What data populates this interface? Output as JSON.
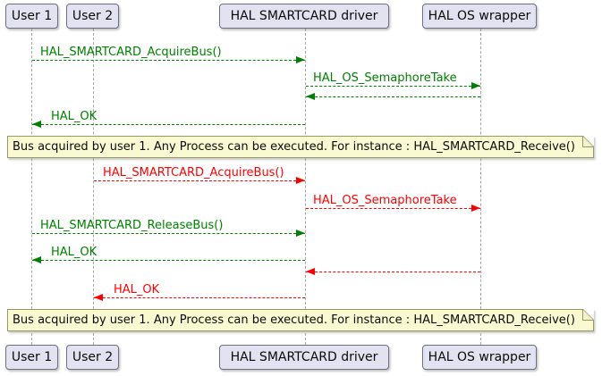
{
  "diagram": {
    "kind": "uml-sequence-diagram",
    "participants": [
      {
        "name": "User 1"
      },
      {
        "name": "User 2"
      },
      {
        "name": "HAL SMARTCARD driver"
      },
      {
        "name": "HAL OS wrapper"
      }
    ],
    "messages": [
      {
        "label": "HAL_SMARTCARD_AcquireBus()",
        "from": "User 1",
        "to": "HAL SMARTCARD driver",
        "color": "green",
        "style": "dashed"
      },
      {
        "label": "HAL_OS_SemaphoreTake",
        "from": "HAL SMARTCARD driver",
        "to": "HAL OS wrapper",
        "color": "green",
        "style": "dashed"
      },
      {
        "label": "",
        "from": "HAL OS wrapper",
        "to": "HAL SMARTCARD driver",
        "color": "green",
        "style": "dashed-return"
      },
      {
        "label": "HAL_OK",
        "from": "HAL SMARTCARD driver",
        "to": "User 1",
        "color": "green",
        "style": "dashed"
      },
      {
        "label": "HAL_SMARTCARD_AcquireBus()",
        "from": "User 2",
        "to": "HAL SMARTCARD driver",
        "color": "red",
        "style": "dashed"
      },
      {
        "label": "HAL_OS_SemaphoreTake",
        "from": "HAL SMARTCARD driver",
        "to": "HAL OS wrapper",
        "color": "red",
        "style": "dashed"
      },
      {
        "label": "HAL_SMARTCARD_ReleaseBus()",
        "from": "User 1",
        "to": "HAL SMARTCARD driver",
        "color": "green",
        "style": "dashed"
      },
      {
        "label": "HAL_OK",
        "from": "HAL SMARTCARD driver",
        "to": "User 1",
        "color": "green",
        "style": "dashed"
      },
      {
        "label": "",
        "from": "HAL OS wrapper",
        "to": "HAL SMARTCARD driver",
        "color": "red",
        "style": "dashed-return"
      },
      {
        "label": "HAL_OK",
        "from": "HAL SMARTCARD driver",
        "to": "User 2",
        "color": "red",
        "style": "dashed"
      }
    ],
    "notes": [
      {
        "text": "Bus acquired by user 1. Any Process can be executed. For instance : HAL_SMARTCARD_Receive()"
      },
      {
        "text": "Bus acquired by user 1. Any Process can be executed. For instance : HAL_SMARTCARD_Receive()"
      }
    ],
    "colors": {
      "message_green": "#008000",
      "message_red": "#FF0000",
      "participant_fill": "#E2E2F0",
      "participant_border": "#6e6e82",
      "note_fill": "#FAFAD2",
      "note_border": "#999966",
      "lifeline": "#A5A5A5",
      "background": "#FFFFFF"
    }
  }
}
